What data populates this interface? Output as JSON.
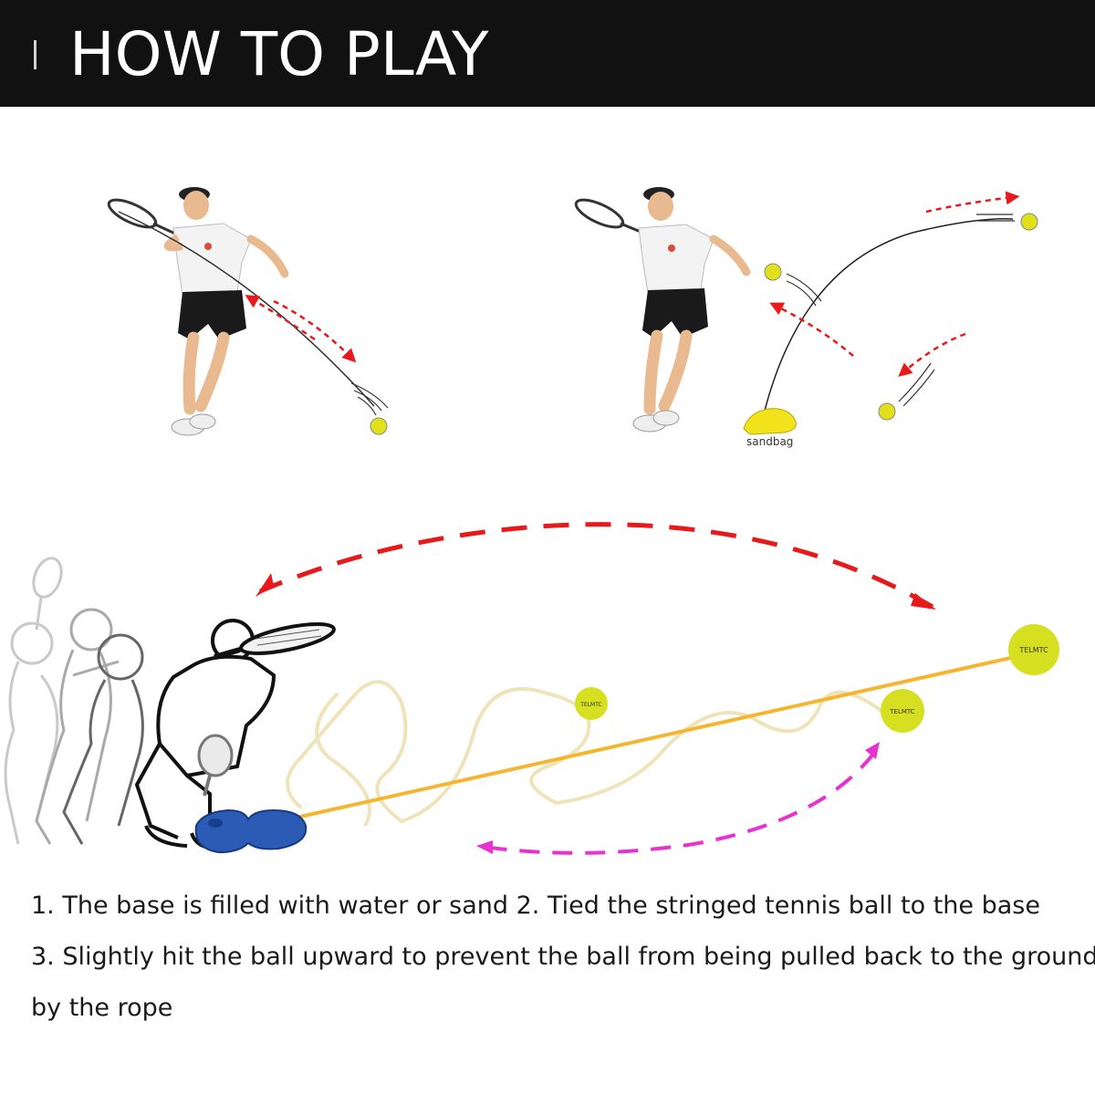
{
  "header": {
    "title": "HOW TO PLAY"
  },
  "labels": {
    "sandbag": "sandbag",
    "ball_brand": "TELMTC"
  },
  "instructions": {
    "line1": "1. The base is filled with water or sand 2. Tied the stringed tennis ball to the base",
    "line2": "3. Slightly hit the ball upward to prevent the ball from being pulled back to the ground",
    "line3": "by the rope"
  },
  "colors": {
    "header_bg": "#111111",
    "ball": "#d6e021",
    "base": "#2b5bb5",
    "rope": "#f5b52e",
    "arrow_red": "#e8191a",
    "arrow_magenta": "#e832d0",
    "sandbag": "#f2e21b"
  }
}
